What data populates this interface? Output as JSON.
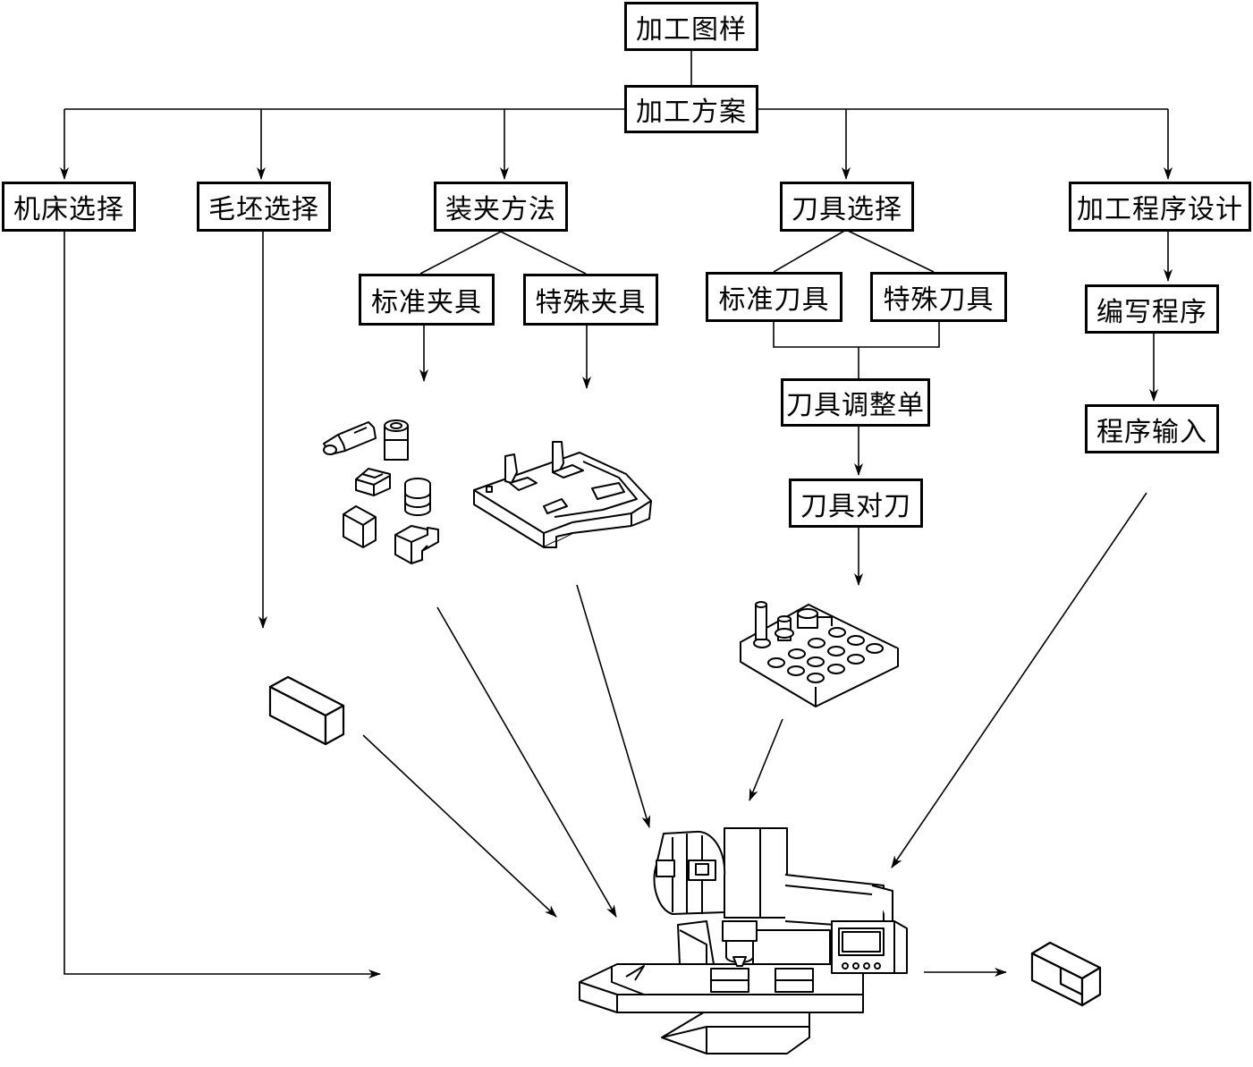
{
  "nodes": {
    "drawing": "加工图样",
    "plan": "加工方案",
    "machine_select": "机床选择",
    "blank_select": "毛坯选择",
    "clamping": "装夹方法",
    "tool_select": "刀具选择",
    "program_design": "加工程序设计",
    "std_fixture": "标准夹具",
    "special_fixture": "特殊夹具",
    "std_tool": "标准刀具",
    "special_tool": "特殊刀具",
    "tool_sheet": "刀具调整单",
    "tool_setting": "刀具对刀",
    "write_program": "编写程序",
    "program_input": "程序输入"
  },
  "illustrations": [
    "standard-fixture-parts",
    "special-fixture-plate",
    "blank-block",
    "tool-holder-rack",
    "cnc-machining-center",
    "finished-part"
  ]
}
